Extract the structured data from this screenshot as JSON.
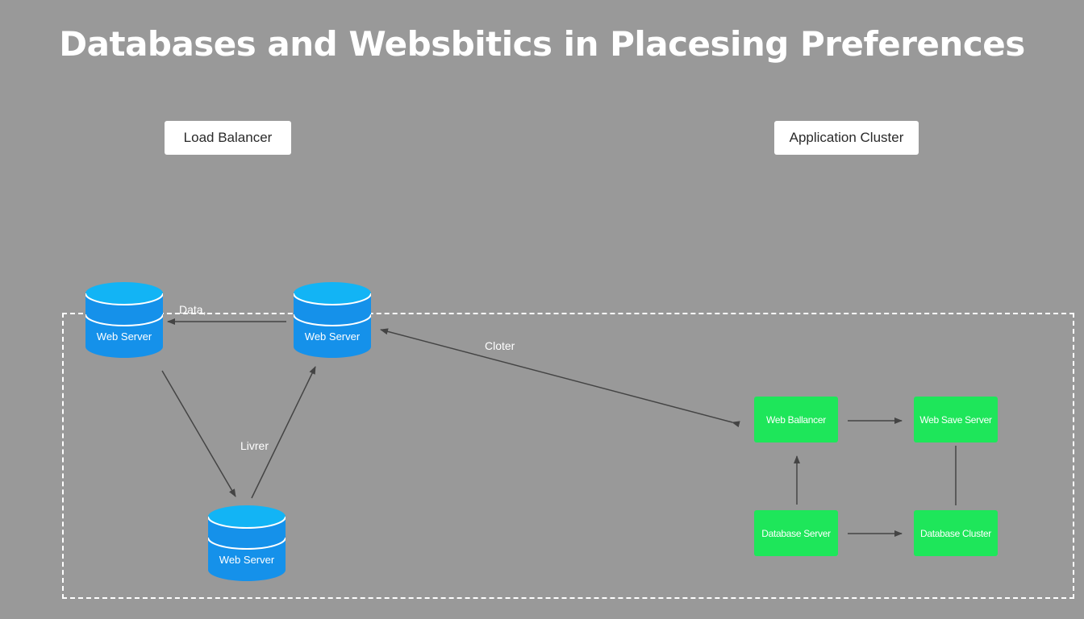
{
  "title": "Databases and Websbitics in Placesing Preferences",
  "labels": {
    "load_balancer": "Load Balancer",
    "application_cluster": "Application Cluster"
  },
  "databases": [
    {
      "label": "Web Server"
    },
    {
      "label": "Web Server"
    },
    {
      "label": "Web Server"
    }
  ],
  "nodes": [
    {
      "label": "Web Ballancer"
    },
    {
      "label": "Web Save Server"
    },
    {
      "label": "Database Server"
    },
    {
      "label": "Database Cluster"
    }
  ],
  "edge_labels": {
    "data": "Data,",
    "cloter": "Cloter",
    "livrer": "Livrer"
  },
  "colors": {
    "background": "#999999",
    "database_blue": "#1591ea",
    "database_top": "#12b4f5",
    "node_green": "#1ee65a",
    "arrow": "#444444"
  }
}
